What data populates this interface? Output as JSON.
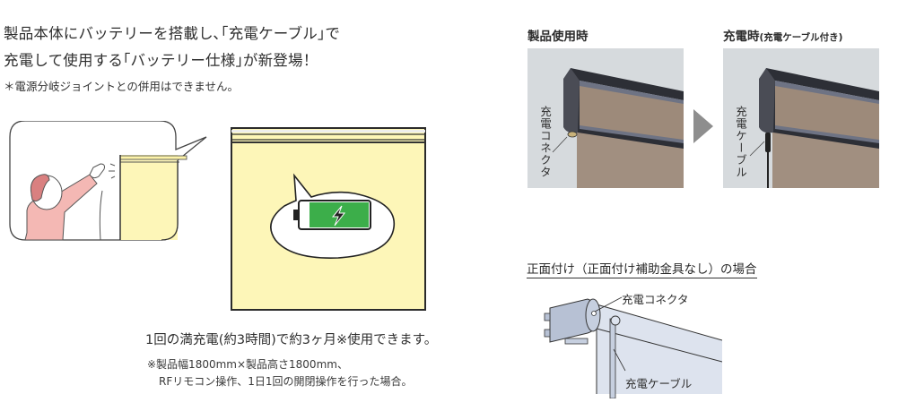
{
  "left": {
    "headline_lines": [
      "製品本体にバッテリーを搭載し､｢充電ケーブル｣で",
      "充電して使用する｢バッテリー仕様｣が新登場！"
    ],
    "note": "＊電源分岐ジョイントとの併用はできません。",
    "illustration_person": "person-pointing-remote-at-blind",
    "illustration_battery": "battery-charging-icon",
    "caption_main": "1回の満充電(約3時間)で約3ヶ月※使用できます。",
    "caption_sub": [
      "※製品幅1800mm×製品高さ1800mm、",
      "RFリモコン操作、1日1回の開閉操作を行った場合。"
    ]
  },
  "right": {
    "panel_in_use": {
      "title": "製品使用時",
      "label": "充電コネクタ"
    },
    "panel_charging": {
      "title": "充電時",
      "title_sub": "(充電ケーブル付き)",
      "label": "充電ケーブル"
    },
    "arrow": "arrow-right",
    "front_mount": {
      "title": "正面付け（正面付け補助金具なし）の場合",
      "label_connector": "充電コネクタ",
      "label_cable": "充電ケーブル"
    }
  },
  "colors": {
    "blind_yellow": "#fdf6b8",
    "battery_green": "#3cae4a",
    "person_pink": "#f4b8b4",
    "hair": "#d98080",
    "photo_bg": "#d6dadd",
    "fabric": "#a18f80",
    "diagram_fill": "#dde3ee",
    "arrow_gray": "#8e8e8e"
  }
}
